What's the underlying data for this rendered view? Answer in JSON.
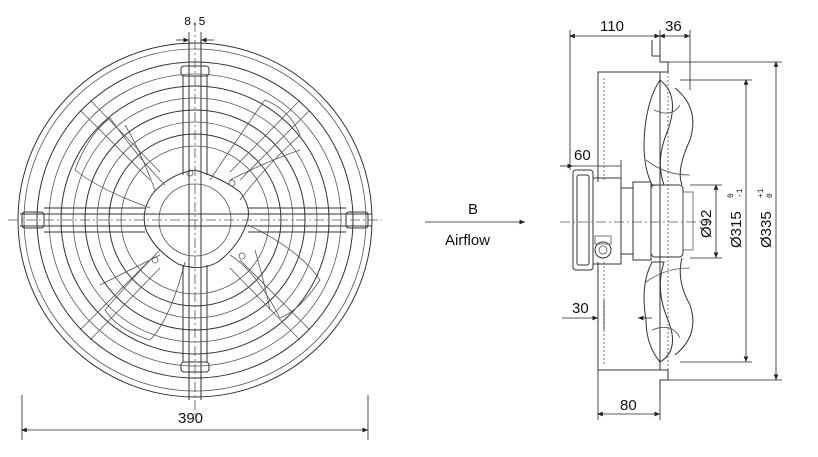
{
  "front_view": {
    "slot_width_label": "8.5",
    "outer_diameter_label": "390"
  },
  "flow": {
    "view_letter": "B",
    "caption": "Airflow"
  },
  "side_view": {
    "depth_label": "110",
    "flange_label": "36",
    "motor_label": "60",
    "offset_label": "30",
    "base_label": "80",
    "hub_label": "Ø92",
    "inner_label": "Ø315",
    "inner_tol_top": "0",
    "inner_tol_bottom": "-1",
    "outer_label": "Ø335",
    "outer_tol_top": "+1",
    "outer_tol_bottom": "0"
  }
}
